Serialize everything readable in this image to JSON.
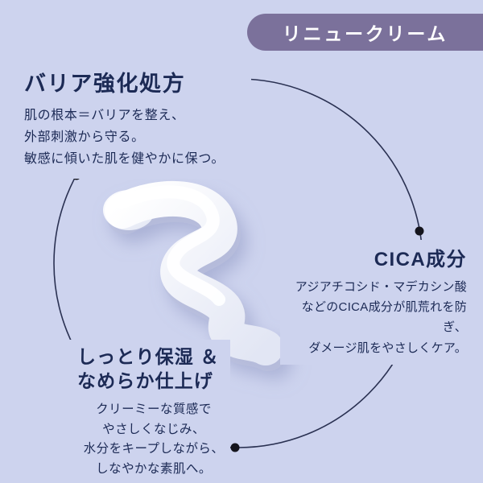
{
  "badge": {
    "label": "リニュークリーム"
  },
  "sections": {
    "barrier": {
      "title": "バリア強化処方",
      "lines": [
        "肌の根本＝バリアを整え、",
        "外部刺激から守る。",
        "敏感に傾いた肌を健やかに保つ。"
      ]
    },
    "cica": {
      "title": "CICA成分",
      "lines": [
        "アジアチコシド・マデカシン酸",
        "などのCICA成分が肌荒れを防ぎ、",
        "ダメージ肌をやさしくケア。"
      ]
    },
    "moisture": {
      "title_line1": "しっとり保湿 ＆",
      "title_line2": "なめらか仕上げ",
      "lines": [
        "クリーミーな質感で",
        "やさしくなじみ、",
        "水分をキープしながら、",
        "しなやかな素肌へ。"
      ]
    }
  },
  "colors": {
    "background": "#cdd3ee",
    "badge_bg": "#7b719b",
    "text": "#1c2a55",
    "ring": "#2a3152",
    "dot": "#15151d",
    "cream_highlight": "#ffffff",
    "cream_shade": "#b9c0dd"
  }
}
